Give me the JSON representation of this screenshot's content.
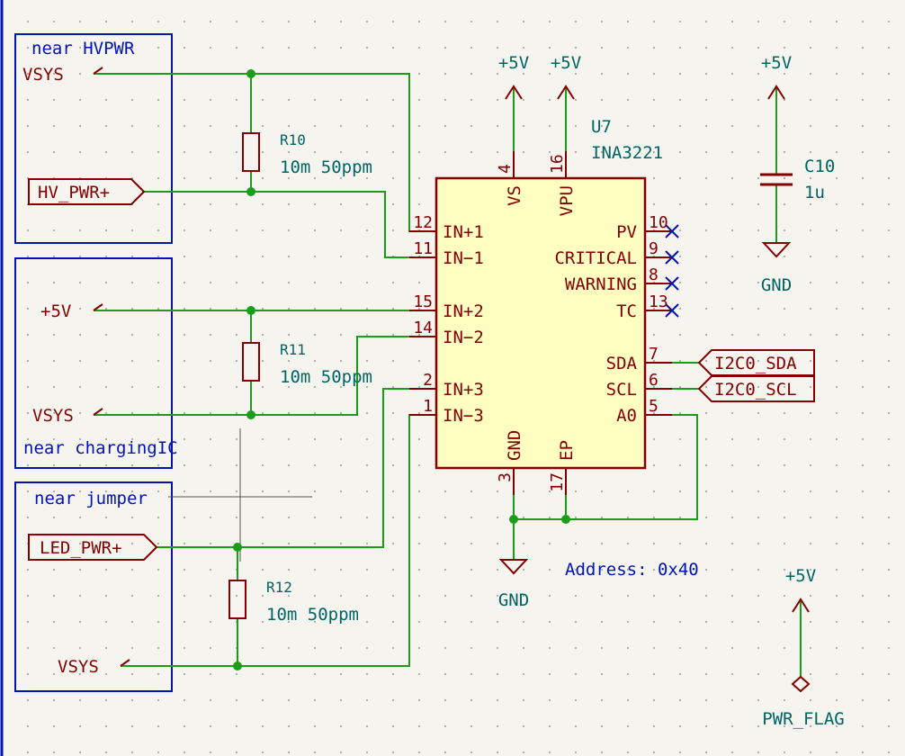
{
  "colors": {
    "background": "#f5f4ef",
    "grid": "#a8a8a8",
    "wire": "#1a9e1a",
    "junction": "#1a9e1a",
    "component": "#840000",
    "component_fill": "#ffffc2",
    "power_text": "#006464",
    "box": "#0014b4",
    "box_text": "#0014b4",
    "noconnect": "#0014b4",
    "crosshair": "#555555"
  },
  "boxes": {
    "hvpwr": "near HVPWR",
    "charging": "near chargingIC",
    "jumper": "near jumper"
  },
  "labels": {
    "vsys_top": "VSYS",
    "vsys_mid": "VSYS",
    "vsys_bot": "VSYS",
    "plus5v_mid": "+5V",
    "hv_pwr": "HV_PWR+",
    "led_pwr": "LED_PWR+",
    "sda": "I2C0_SDA",
    "scl": "I2C0_SCL"
  },
  "resistors": {
    "r10": {
      "ref": "R10",
      "value": "10m 50ppm"
    },
    "r11": {
      "ref": "R11",
      "value": "10m 50ppm"
    },
    "r12": {
      "ref": "R12",
      "value": "10m 50ppm"
    }
  },
  "capacitor": {
    "ref": "C10",
    "value": "1u"
  },
  "ic": {
    "ref": "U7",
    "value": "INA3221",
    "left_pins": [
      {
        "num": "12",
        "name": "IN+1"
      },
      {
        "num": "11",
        "name": "IN−1"
      },
      {
        "num": "15",
        "name": "IN+2"
      },
      {
        "num": "14",
        "name": "IN−2"
      },
      {
        "num": "2",
        "name": "IN+3"
      },
      {
        "num": "1",
        "name": "IN−3"
      }
    ],
    "right_pins": [
      {
        "num": "10",
        "name": "PV"
      },
      {
        "num": "9",
        "name": "CRITICAL"
      },
      {
        "num": "8",
        "name": "WARNING"
      },
      {
        "num": "13",
        "name": "TC"
      },
      {
        "num": "7",
        "name": "SDA"
      },
      {
        "num": "6",
        "name": "SCL"
      },
      {
        "num": "5",
        "name": "A0"
      }
    ],
    "top_pins": [
      {
        "num": "4",
        "name": "VS"
      },
      {
        "num": "16",
        "name": "VPU"
      }
    ],
    "bottom_pins": [
      {
        "num": "3",
        "name": "GND"
      },
      {
        "num": "17",
        "name": "EP"
      }
    ]
  },
  "power": {
    "vs": "+5V",
    "vpu": "+5V",
    "cap": "+5V",
    "flag": "+5V",
    "gnd_cap": "GND",
    "gnd_ic": "GND",
    "pwr_flag": "PWR_FLAG"
  },
  "notes": {
    "address": "Address: 0x40"
  }
}
